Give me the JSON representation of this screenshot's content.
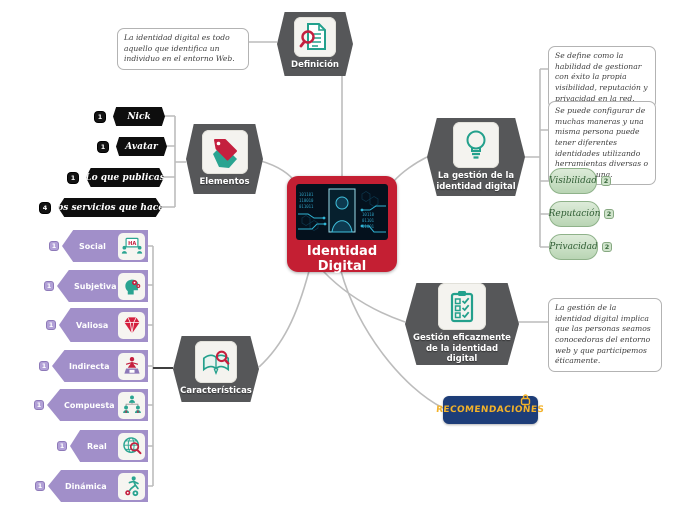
{
  "center": {
    "label": "Identidad Digital"
  },
  "branches": {
    "definicion": {
      "label": "Definición",
      "icon": "document-search-icon",
      "note": "La identidad digital es todo aquello que identifica un individuo en el entorno Web."
    },
    "elementos": {
      "label": "Elementos",
      "icon": "tags-icon",
      "items": [
        {
          "label": "Nick",
          "badge": "1"
        },
        {
          "label": "Avatar",
          "badge": "1"
        },
        {
          "label": "Lo que publicas",
          "badge": "1"
        },
        {
          "label": "Los servicios que haces",
          "badge": "4"
        }
      ]
    },
    "gestion": {
      "label": "La gestión de la identidad digital",
      "icon": "lightbulb-icon",
      "notes": [
        "Se define como la habilidad de gestionar con éxito la propia visibilidad, reputación y privacidad en la red.",
        "Se puede configurar de muchas maneras y una misma persona puede tener diferentes identidades utilizando herramientas diversas o tener sólo una."
      ],
      "items": [
        {
          "label": "Visibilidad",
          "badge": "2"
        },
        {
          "label": "Reputación",
          "badge": "2"
        },
        {
          "label": "Privacidad",
          "badge": "2"
        }
      ]
    },
    "gestion_eficaz": {
      "label": "Gestión eficazmente de la identidad digital",
      "icon": "clipboard-checklist-icon",
      "note": "La gestión de la identidad digital implica que las personas seamos conocedoras del entorno web y que participemos éticamente.",
      "recomendaciones": {
        "label": "Recomendaciones"
      }
    },
    "caracteristicas": {
      "label": "Características",
      "icon": "book-search-icon",
      "items": [
        {
          "label": "Social",
          "badge": "1",
          "icon": "people-presentation-icon"
        },
        {
          "label": "Subjetiva",
          "badge": "1",
          "icon": "head-gears-icon"
        },
        {
          "label": "Valiosa",
          "badge": "1",
          "icon": "diamond-icon"
        },
        {
          "label": "Indirecta",
          "badge": "1",
          "icon": "person-screen-icon"
        },
        {
          "label": "Compuesta",
          "badge": "1",
          "icon": "hierarchy-people-icon"
        },
        {
          "label": "Real",
          "badge": "1",
          "icon": "globe-search-icon"
        },
        {
          "label": "Dinámica",
          "badge": "1",
          "icon": "running-gears-icon"
        }
      ]
    }
  },
  "colors": {
    "node_gray": "#565759",
    "accent_red": "#c41f33",
    "accent_teal": "#23a08c",
    "purple": "#a18fc9",
    "green_light": "#cde3c9",
    "navy_blue": "#1d3d78",
    "gold": "#f3b229",
    "connector_gray": "#bcbcbc"
  }
}
